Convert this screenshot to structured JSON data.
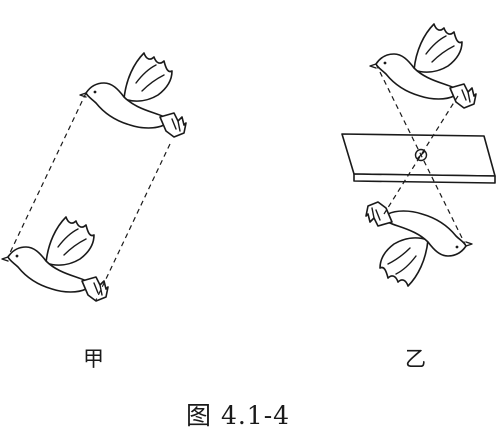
{
  "figure": {
    "caption": "图 4.1-4",
    "panels": [
      {
        "label": "甲"
      },
      {
        "label": "乙"
      }
    ]
  }
}
